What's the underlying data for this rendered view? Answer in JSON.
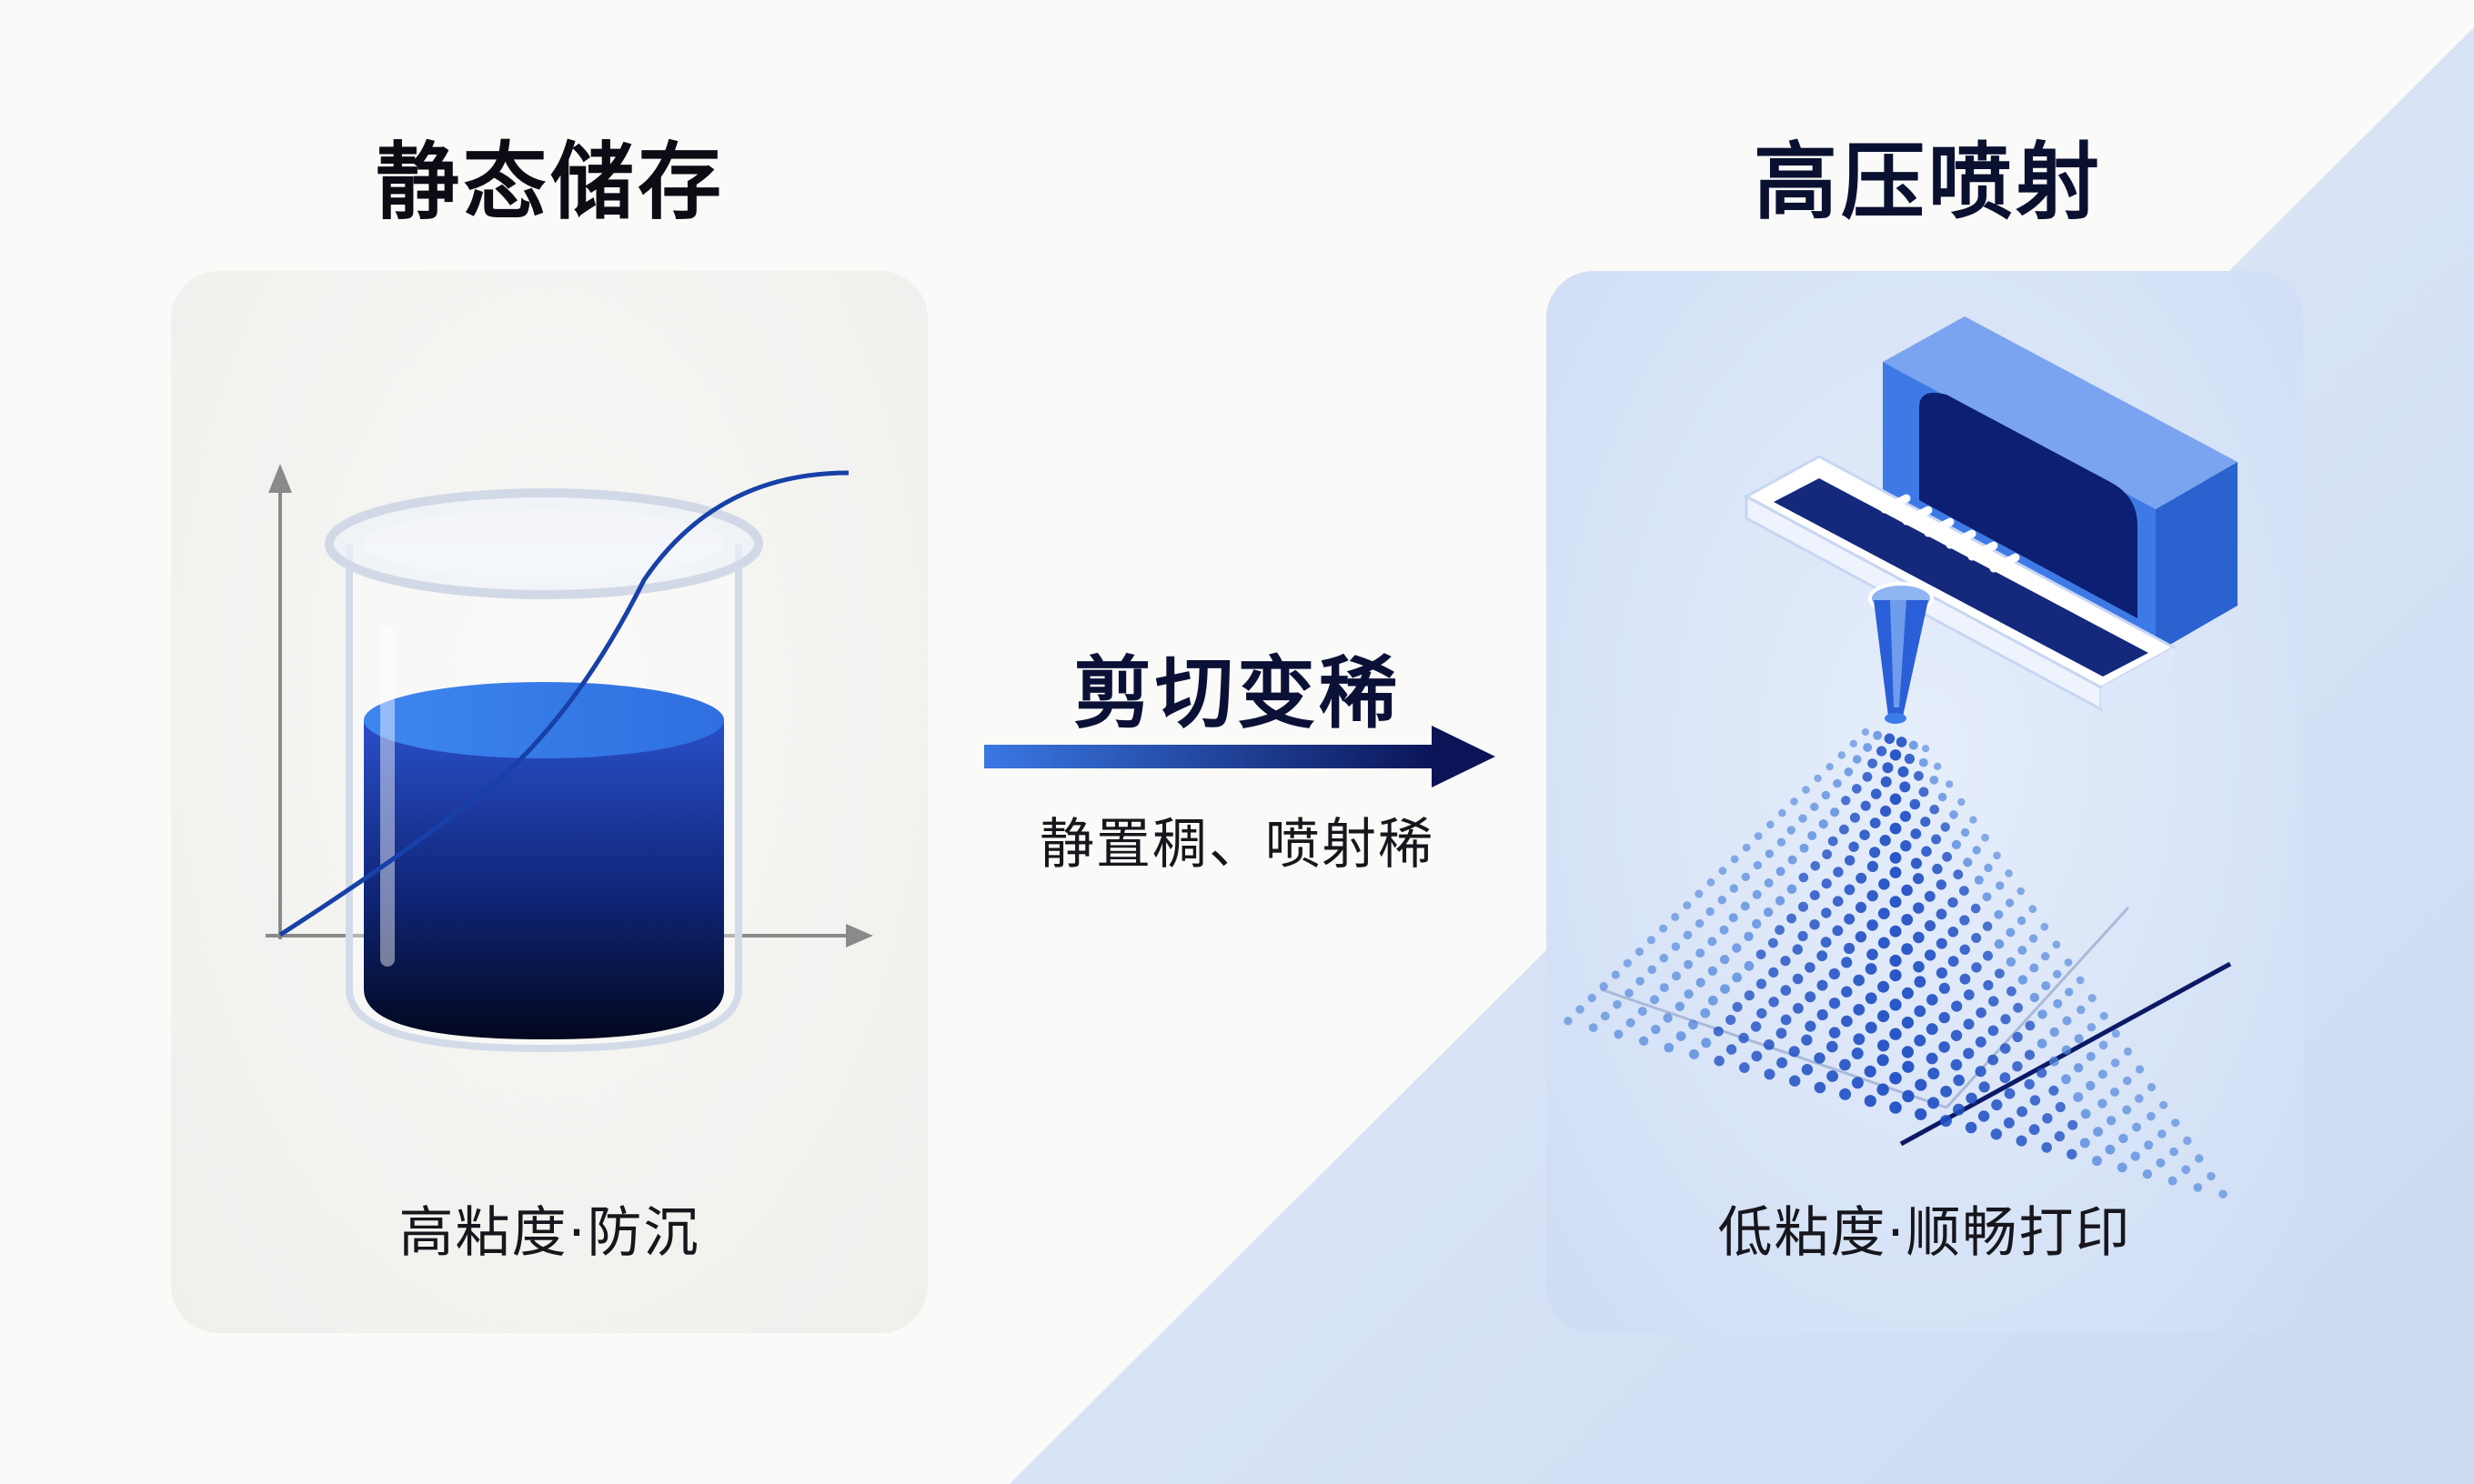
{
  "left": {
    "heading": "静态储存",
    "caption": "高粘度·防沉"
  },
  "right": {
    "heading": "高压喷射",
    "caption": "低粘度·顺畅打印"
  },
  "middle": {
    "title": "剪切变稀",
    "subtitle": "静置稠、喷射稀"
  },
  "colors": {
    "accent_blue": "#3b7fe8",
    "deep_navy": "#0b1a5a",
    "panel_right": "#d6e2f6"
  },
  "icons": [
    "beaker-icon",
    "viscosity-curve",
    "print-head-icon",
    "spray-dots",
    "arrow-right-icon"
  ]
}
